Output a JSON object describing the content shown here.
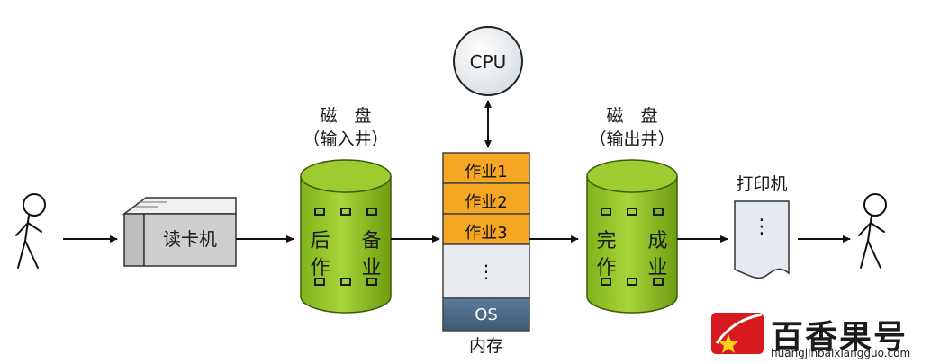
{
  "diagram": {
    "cpu_label": "CPU",
    "card_reader_label": "读卡机",
    "input_disk": {
      "title_line1": "磁　盘",
      "title_line2": "（输入井）",
      "body_line1": "后 备",
      "body_line2": "作 业"
    },
    "memory": {
      "jobs": [
        "作业1",
        "作业2",
        "作业3"
      ],
      "ellipsis": "⋮",
      "os_label": "OS",
      "caption": "内存"
    },
    "output_disk": {
      "title_line1": "磁　盘",
      "title_line2": "（输出井）",
      "body_line1": "完 成",
      "body_line2": "作 业"
    },
    "printer": {
      "title": "打印机",
      "ellipsis": "⋮"
    }
  },
  "watermark": {
    "brand": "百香果号",
    "url": "huangjinbaixiangguo.com"
  },
  "colors": {
    "cylinder": "#8fc31f",
    "job_slot": "#f5a623",
    "os_slot": "#4a6b8a",
    "empty_slot": "#e8ecef",
    "brand_red": "#d71920"
  }
}
